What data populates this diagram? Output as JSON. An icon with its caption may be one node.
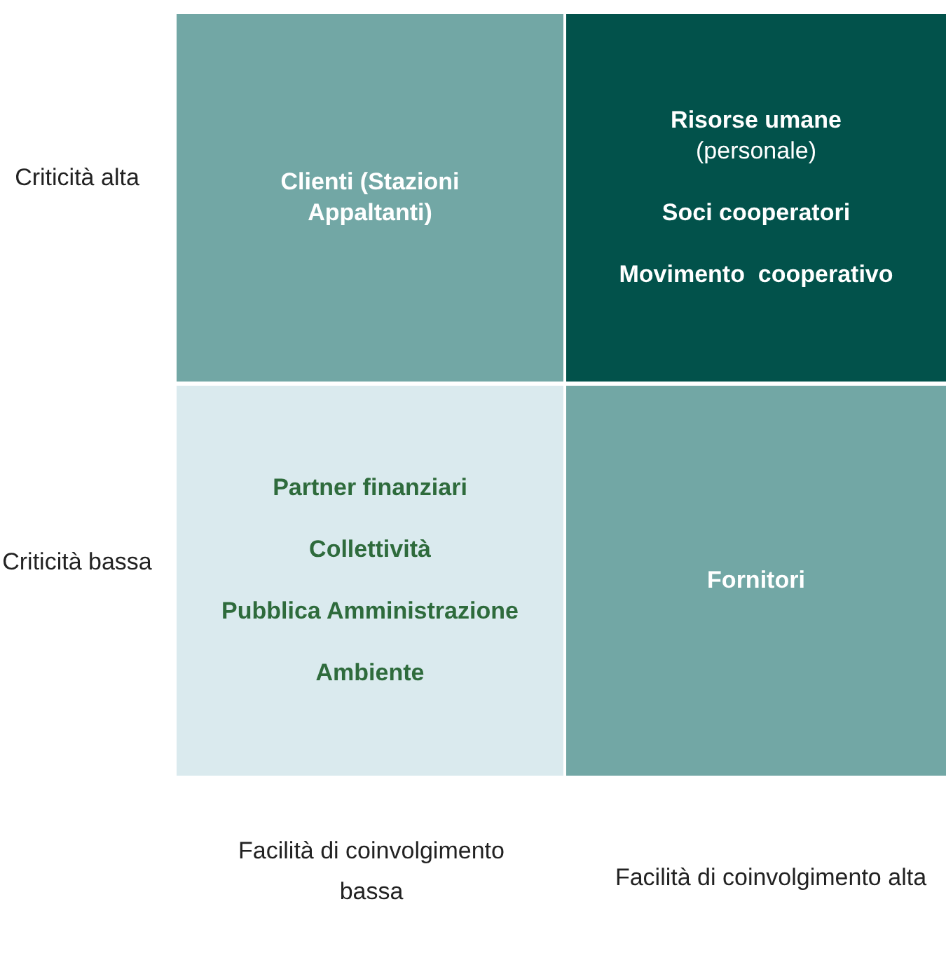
{
  "diagram": {
    "nodes": [
      {
        "text": [
          "Clienti (Stazioni Appaltanti)"
        ]
      },
      {
        "text": [
          "**Risorse umane** (personale)",
          "Soci cooperatori",
          "Movimento  cooperativo"
        ]
      },
      {
        "text": [
          "Partner finanziari",
          "Collettività",
          "Pubblica Amministrazione",
          "Ambiente"
        ]
      },
      {
        "text": [
          "Fornitori"
        ]
      }
    ],
    "labels": [
      "Criticità alta",
      "Criticità bassa",
      "Facilità di coinvolgimento bassa",
      "Facilità di coinvolgimento alta"
    ]
  }
}
